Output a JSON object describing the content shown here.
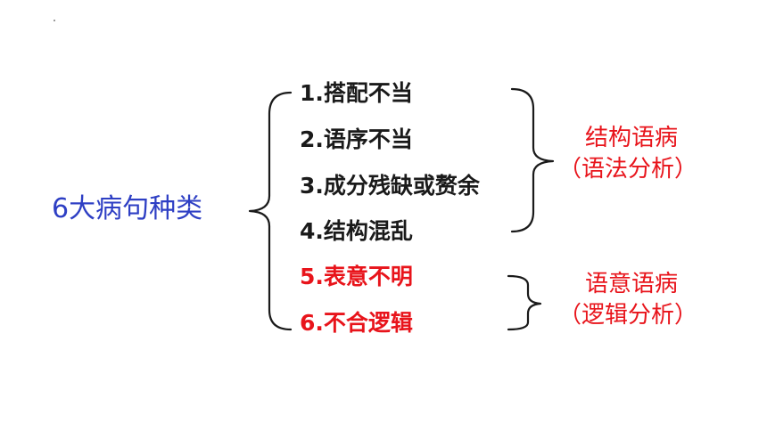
{
  "title": "6大病句种类",
  "items": [
    {
      "label": "1.搭配不当"
    },
    {
      "label": "2.语序不当"
    },
    {
      "label": "3.成分残缺或赘余"
    },
    {
      "label": "4.结构混乱"
    },
    {
      "label": "5.表意不明"
    },
    {
      "label": "6.不合逻辑"
    }
  ],
  "groups": [
    {
      "line1": "结构语病",
      "line2": "（语法分析）"
    },
    {
      "line1": "语意语病",
      "line2": "（逻辑分析）"
    }
  ],
  "colors": {
    "title": "#2e3fc4",
    "item": "#1a1a1a",
    "highlight": "#e8141b",
    "group": "#e8141b",
    "brace": "#1a1a1a"
  }
}
